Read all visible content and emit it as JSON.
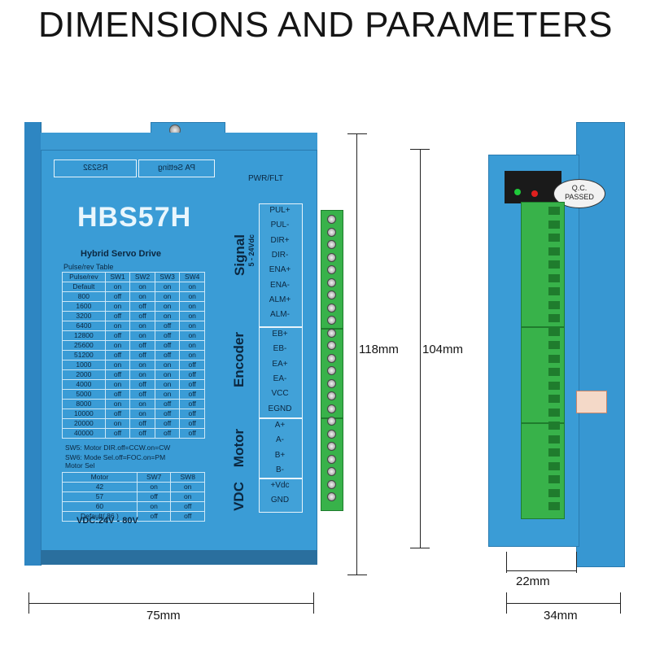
{
  "title": "DIMENSIONS AND PARAMETERS",
  "device": {
    "top_labels": {
      "rs232": "RS232",
      "pa_setting": "PA Setting"
    },
    "model": "HBS57H",
    "subtitle": "Hybrid Servo Drive",
    "pwr_flt": "PWR/FLT",
    "pulse_table_caption": "Pulse/rev Table",
    "pulse_table": {
      "headers": [
        "Pulse/rev",
        "SW1",
        "SW2",
        "SW3",
        "SW4"
      ],
      "rows": [
        [
          "Default",
          "on",
          "on",
          "on",
          "on"
        ],
        [
          "800",
          "off",
          "on",
          "on",
          "on"
        ],
        [
          "1600",
          "on",
          "off",
          "on",
          "on"
        ],
        [
          "3200",
          "off",
          "off",
          "on",
          "on"
        ],
        [
          "6400",
          "on",
          "on",
          "off",
          "on"
        ],
        [
          "12800",
          "off",
          "on",
          "off",
          "on"
        ],
        [
          "25600",
          "on",
          "off",
          "off",
          "on"
        ],
        [
          "51200",
          "off",
          "off",
          "off",
          "on"
        ],
        [
          "1000",
          "on",
          "on",
          "on",
          "off"
        ],
        [
          "2000",
          "off",
          "on",
          "on",
          "off"
        ],
        [
          "4000",
          "on",
          "off",
          "on",
          "off"
        ],
        [
          "5000",
          "off",
          "off",
          "on",
          "off"
        ],
        [
          "8000",
          "on",
          "on",
          "off",
          "off"
        ],
        [
          "10000",
          "off",
          "on",
          "off",
          "off"
        ],
        [
          "20000",
          "on",
          "off",
          "off",
          "off"
        ],
        [
          "40000",
          "off",
          "off",
          "off",
          "off"
        ]
      ]
    },
    "notes": [
      "SW5: Motor DIR.off=CCW.on=CW",
      "SW6: Mode Sel.off=FOC.on=PM",
      "Motor Sel"
    ],
    "motor_table": {
      "headers": [
        "Motor",
        "SW7",
        "SW8"
      ],
      "rows": [
        [
          "42",
          "on",
          "on"
        ],
        [
          "57",
          "off",
          "on"
        ],
        [
          "60",
          "on",
          "off"
        ],
        [
          "Default( 86 )",
          "off",
          "off"
        ]
      ]
    },
    "vdc": "VDC:24V - 80V",
    "groups": {
      "signal": "Signal",
      "signal_sub": "5 - 24Vdc",
      "encoder": "Encoder",
      "motor": "Motor",
      "vdc": "VDC"
    },
    "signal_pins": [
      "PUL+",
      "PUL-",
      "DIR+",
      "DIR-",
      "ENA+",
      "ENA-",
      "ALM+",
      "ALM-"
    ],
    "encoder_pins": [
      "EB+",
      "EB-",
      "EA+",
      "EA-",
      "VCC",
      "EGND"
    ],
    "motor_pins": [
      "A+",
      "A-",
      "B+",
      "B-"
    ],
    "power_pins": [
      "+Vdc",
      "GND"
    ]
  },
  "side": {
    "qc_line1": "Q.C.",
    "qc_line2": "PASSED"
  },
  "dimensions": {
    "width": "75mm",
    "height_outer": "118mm",
    "height_inner": "104mm",
    "depth_inner": "22mm",
    "depth_outer": "34mm"
  },
  "colors": {
    "body": "#3a9cd6",
    "terminal": "#38b24a",
    "led_green": "#1fc93a",
    "led_red": "#e0201e"
  }
}
